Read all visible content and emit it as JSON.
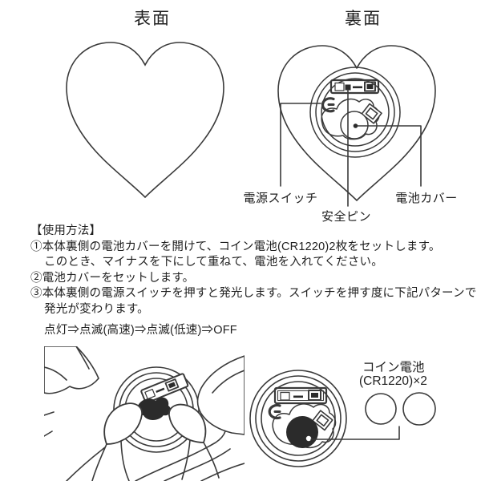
{
  "colors": {
    "background": "#ffffff",
    "ink": "#3a3a3a",
    "text": "#1f1f1f"
  },
  "front_view": {
    "title": "表面"
  },
  "back_view": {
    "title": "裏面",
    "callouts": {
      "power_switch": "電源スイッチ",
      "safety_pin": "安全ピン",
      "battery_cover": "電池カバー"
    }
  },
  "instructions": {
    "heading": "【使用方法】",
    "lines": [
      "①本体裏側の電池カバーを開けて、コイン電池(CR1220)2枚をセットします。",
      "このとき、マイナスを下にして重ねて、電池を入れてください。",
      "②電池カバーをセットします。",
      "③本体裏側の電源スイッチを押すと発光します。スイッチを押す度に下記パターンで",
      "発光が変わります。",
      "点灯⇒点滅(高速)⇒点滅(低速)⇒OFF"
    ]
  },
  "battery_diagram": {
    "callout_line1": "コイン電池",
    "callout_line2": "(CR1220)×2"
  }
}
